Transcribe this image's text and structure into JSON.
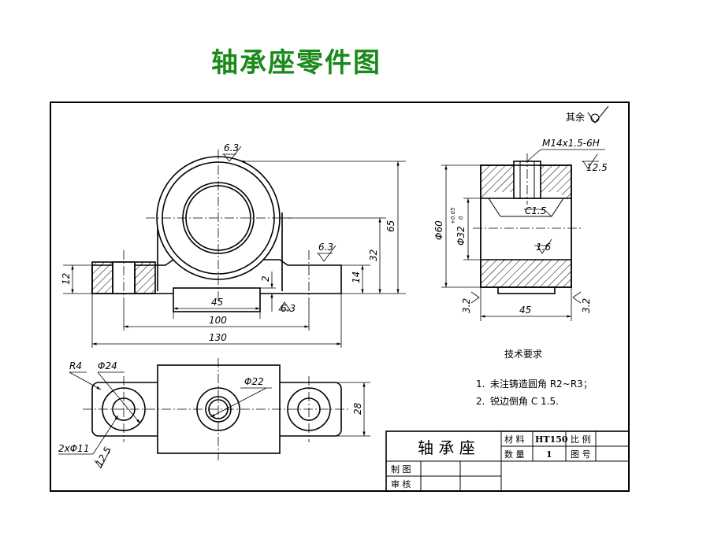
{
  "page_title": "轴承座零件图",
  "surface_finish_note": "其余",
  "front_view": {
    "rough_top": "6.3",
    "rough_slot": "6.3",
    "rough_bottom": "6.3",
    "dim_12": "12",
    "dim_65": "65",
    "dim_32": "32",
    "dim_14": "14",
    "dim_2": "2",
    "dim_45": "45",
    "dim_100": "100",
    "dim_130": "130"
  },
  "section_view": {
    "thread": "M14x1.5-6H",
    "rough_thread": "12.5",
    "dim_phi60": "Φ60",
    "dim_phi32": "Φ32",
    "tol_upper": "+0.05",
    "tol_lower": "0",
    "chamfer": "C1.5",
    "rough_bore": "1.6",
    "rough_left": "3.2",
    "rough_right": "3.2",
    "dim_45": "45"
  },
  "top_view": {
    "dim_r4": "R4",
    "dim_phi24": "Φ24",
    "dim_phi22": "Φ22",
    "dim_28": "28",
    "dim_holes": "2xΦ11",
    "rough_holes": "12.5"
  },
  "tech_requirements": {
    "heading": "技术要求",
    "item1_num": "1.",
    "item1_text": "未注铸造圆角 R2~R3；",
    "item2_num": "2.",
    "item2_text": "锐边倒角 C 1.5."
  },
  "title_block": {
    "part_name": "轴 承 座",
    "material_label": "材 料",
    "material_value": "HT150",
    "scale_label": "比 例",
    "quantity_label": "数 量",
    "quantity_value": "1",
    "drawing_no_label": "图 号",
    "drawn_label": "制 图",
    "checked_label": "审 核"
  },
  "colors": {
    "title_green": "#1a8a1a",
    "line": "#000000"
  }
}
